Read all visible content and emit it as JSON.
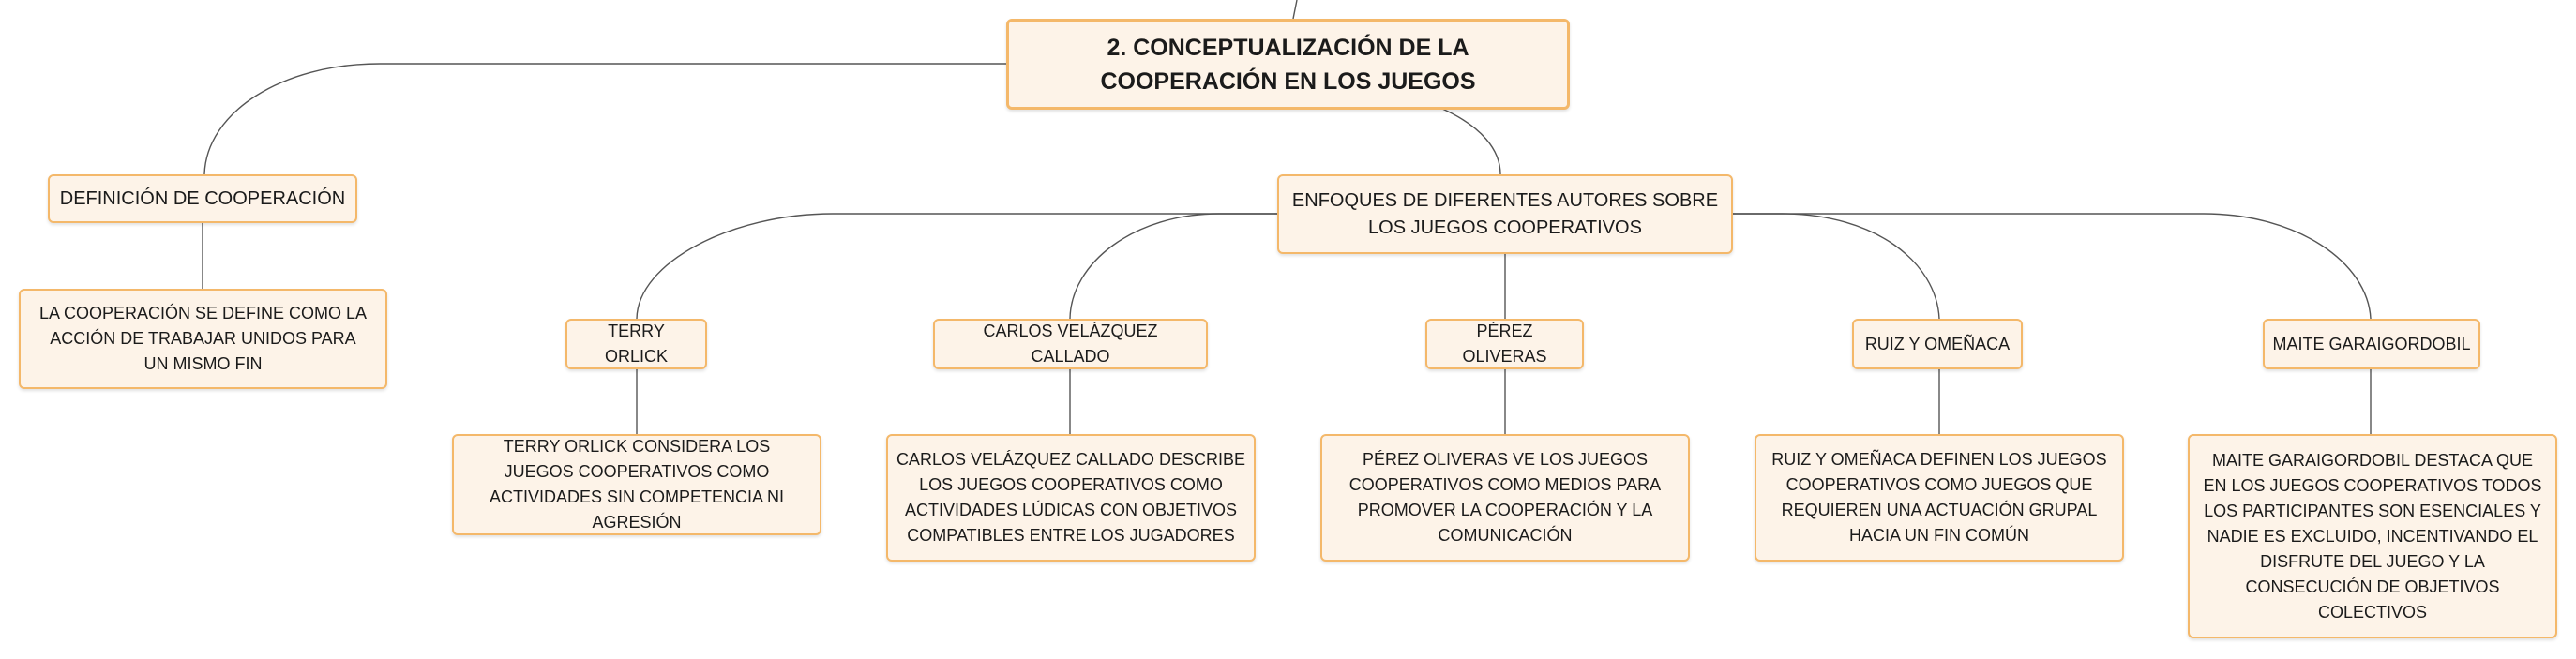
{
  "diagram": {
    "root": "2. CONCEPTUALIZACIÓN DE LA COOPERACIÓN EN LOS JUEGOS",
    "definition": {
      "title": "DEFINICIÓN DE COOPERACIÓN",
      "detail": "LA COOPERACIÓN SE DEFINE COMO LA ACCIÓN DE TRABAJAR UNIDOS PARA UN MISMO FIN"
    },
    "approaches": {
      "title": "ENFOQUES DE DIFERENTES AUTORES SOBRE LOS JUEGOS COOPERATIVOS",
      "authors": [
        {
          "name": "TERRY ORLICK",
          "detail": "TERRY ORLICK CONSIDERA LOS JUEGOS COOPERATIVOS COMO ACTIVIDADES SIN COMPETENCIA NI AGRESIÓN"
        },
        {
          "name": "CARLOS VELÁZQUEZ CALLADO",
          "detail": "CARLOS VELÁZQUEZ CALLADO DESCRIBE LOS JUEGOS COOPERATIVOS COMO ACTIVIDADES LÚDICAS CON OBJETIVOS COMPATIBLES ENTRE LOS JUGADORES"
        },
        {
          "name": "PÉREZ OLIVERAS",
          "detail": "PÉREZ OLIVERAS VE LOS JUEGOS COOPERATIVOS COMO MEDIOS PARA PROMOVER LA COOPERACIÓN Y LA COMUNICACIÓN"
        },
        {
          "name": "RUIZ Y OMEÑACA",
          "detail": "RUIZ Y OMEÑACA DEFINEN LOS JUEGOS COOPERATIVOS COMO JUEGOS QUE REQUIEREN UNA ACTUACIÓN GRUPAL HACIA UN FIN COMÚN"
        },
        {
          "name": "MAITE GARAIGORDOBIL",
          "detail": "MAITE GARAIGORDOBIL DESTACA QUE EN LOS JUEGOS COOPERATIVOS TODOS LOS PARTICIPANTES SON ESENCIALES Y NADIE ES EXCLUIDO, INCENTIVANDO EL DISFRUTE DEL JUEGO Y LA CONSECUCIÓN DE OBJETIVOS COLECTIVOS"
        }
      ]
    }
  },
  "colors": {
    "node_fill": "#fdf3e8",
    "node_border": "#f4b86a",
    "connector": "#555555"
  }
}
